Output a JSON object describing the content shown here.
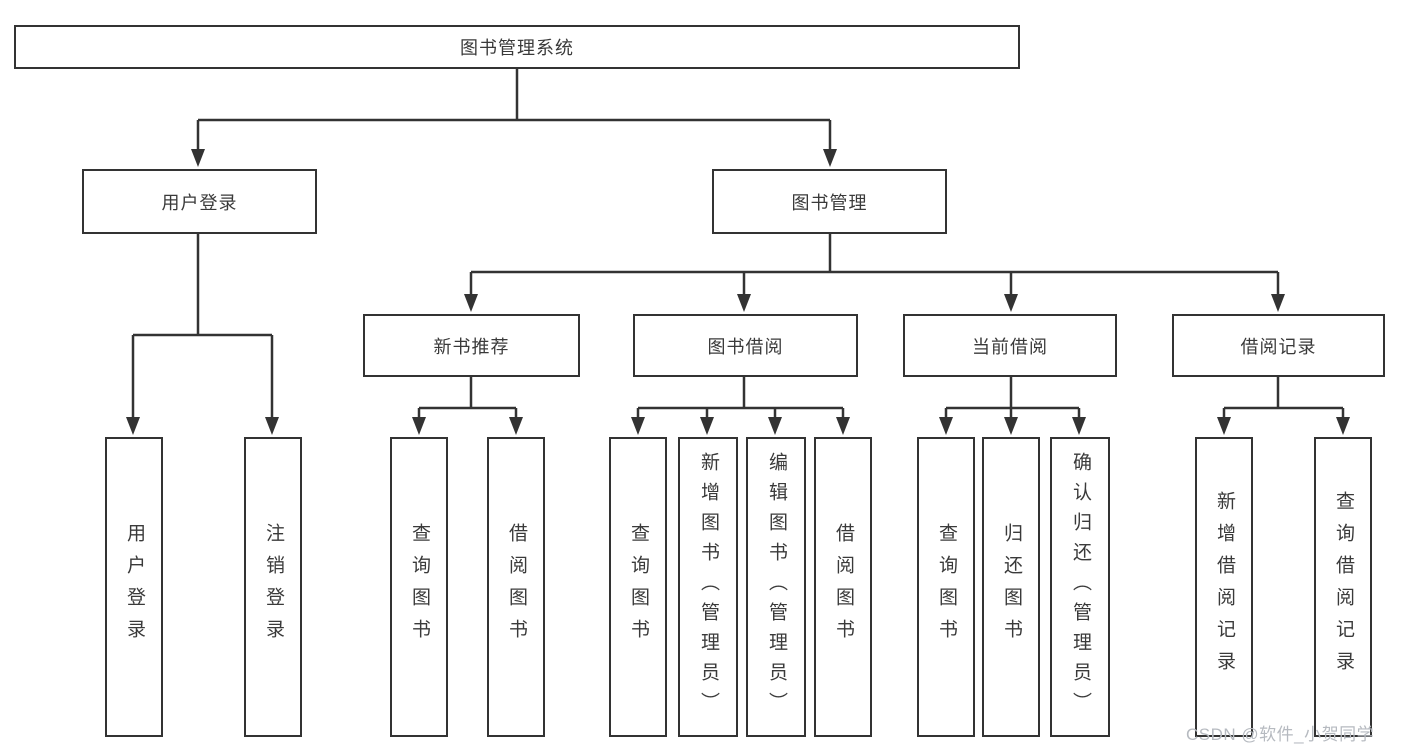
{
  "colors": {
    "line": "#333333",
    "box_border": "#333333",
    "text": "#3a3a3a",
    "background": "#ffffff",
    "watermark": "#b6bac0"
  },
  "diagram": {
    "root": {
      "label": "图书管理系统"
    },
    "branches": [
      {
        "label": "用户登录",
        "children": [
          {
            "label": "用户登录"
          },
          {
            "label": "注销登录"
          }
        ]
      },
      {
        "label": "图书管理",
        "children": [
          {
            "label": "新书推荐",
            "children": [
              {
                "label": "查询图书"
              },
              {
                "label": "借阅图书"
              }
            ]
          },
          {
            "label": "图书借阅",
            "children": [
              {
                "label": "查询图书"
              },
              {
                "label": "新增图书（管理员）"
              },
              {
                "label": "编辑图书（管理员）"
              },
              {
                "label": "借阅图书"
              }
            ]
          },
          {
            "label": "当前借阅",
            "children": [
              {
                "label": "查询图书"
              },
              {
                "label": "归还图书"
              },
              {
                "label": "确认归还（管理员）"
              }
            ]
          },
          {
            "label": "借阅记录",
            "children": [
              {
                "label": "新增借阅记录"
              },
              {
                "label": "查询借阅记录"
              }
            ]
          }
        ]
      }
    ]
  },
  "watermark": {
    "text": "CSDN @软件_小贺同学"
  }
}
